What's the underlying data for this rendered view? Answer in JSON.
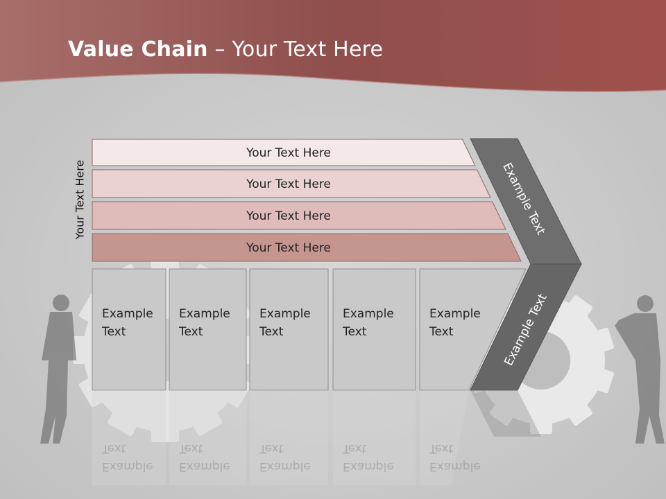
{
  "slide": {
    "title_bold": "Value Chain",
    "title_rest": " – Your Text Here",
    "side_label": "Your Text Here",
    "support_rows": [
      {
        "label": "Your Text Here",
        "fill": "#f4e8e8"
      },
      {
        "label": "Your Text Here",
        "fill": "#ead2d2"
      },
      {
        "label": "Your Text Here",
        "fill": "#dfbbba"
      },
      {
        "label": "Your Text Here",
        "fill": "#c59590"
      }
    ],
    "primary_boxes": [
      {
        "line1": "Example",
        "line2": "Text"
      },
      {
        "line1": "Example",
        "line2": "Text"
      },
      {
        "line1": "Example",
        "line2": "Text"
      },
      {
        "line1": "Example",
        "line2": "Text"
      },
      {
        "line1": "Example",
        "line2": "Text"
      }
    ],
    "chevron_top_label": "Example Text",
    "chevron_bottom_label": "Example Text",
    "colors": {
      "header": "#9e5a58",
      "background": "#d0d0d0",
      "chevron_top": "#6e6e6e",
      "chevron_bottom": "#666666",
      "box_fill": "#c9c9c9",
      "box_border": "#8e8e8e"
    }
  }
}
